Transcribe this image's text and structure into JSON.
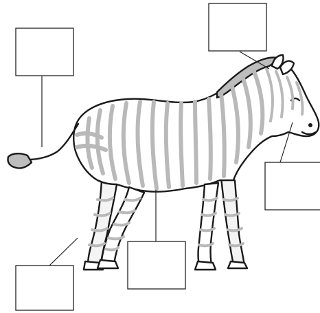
{
  "diagram": {
    "subject_icon": "zebra-icon",
    "colors": {
      "outline": "#1a1a1a",
      "stripes": "#b9b9b9",
      "background": "#ffffff"
    },
    "label_boxes": [
      {
        "id": "ears",
        "text": ""
      },
      {
        "id": "tail",
        "text": ""
      },
      {
        "id": "mouth",
        "text": ""
      },
      {
        "id": "belly",
        "text": ""
      },
      {
        "id": "hoof",
        "text": ""
      }
    ]
  }
}
